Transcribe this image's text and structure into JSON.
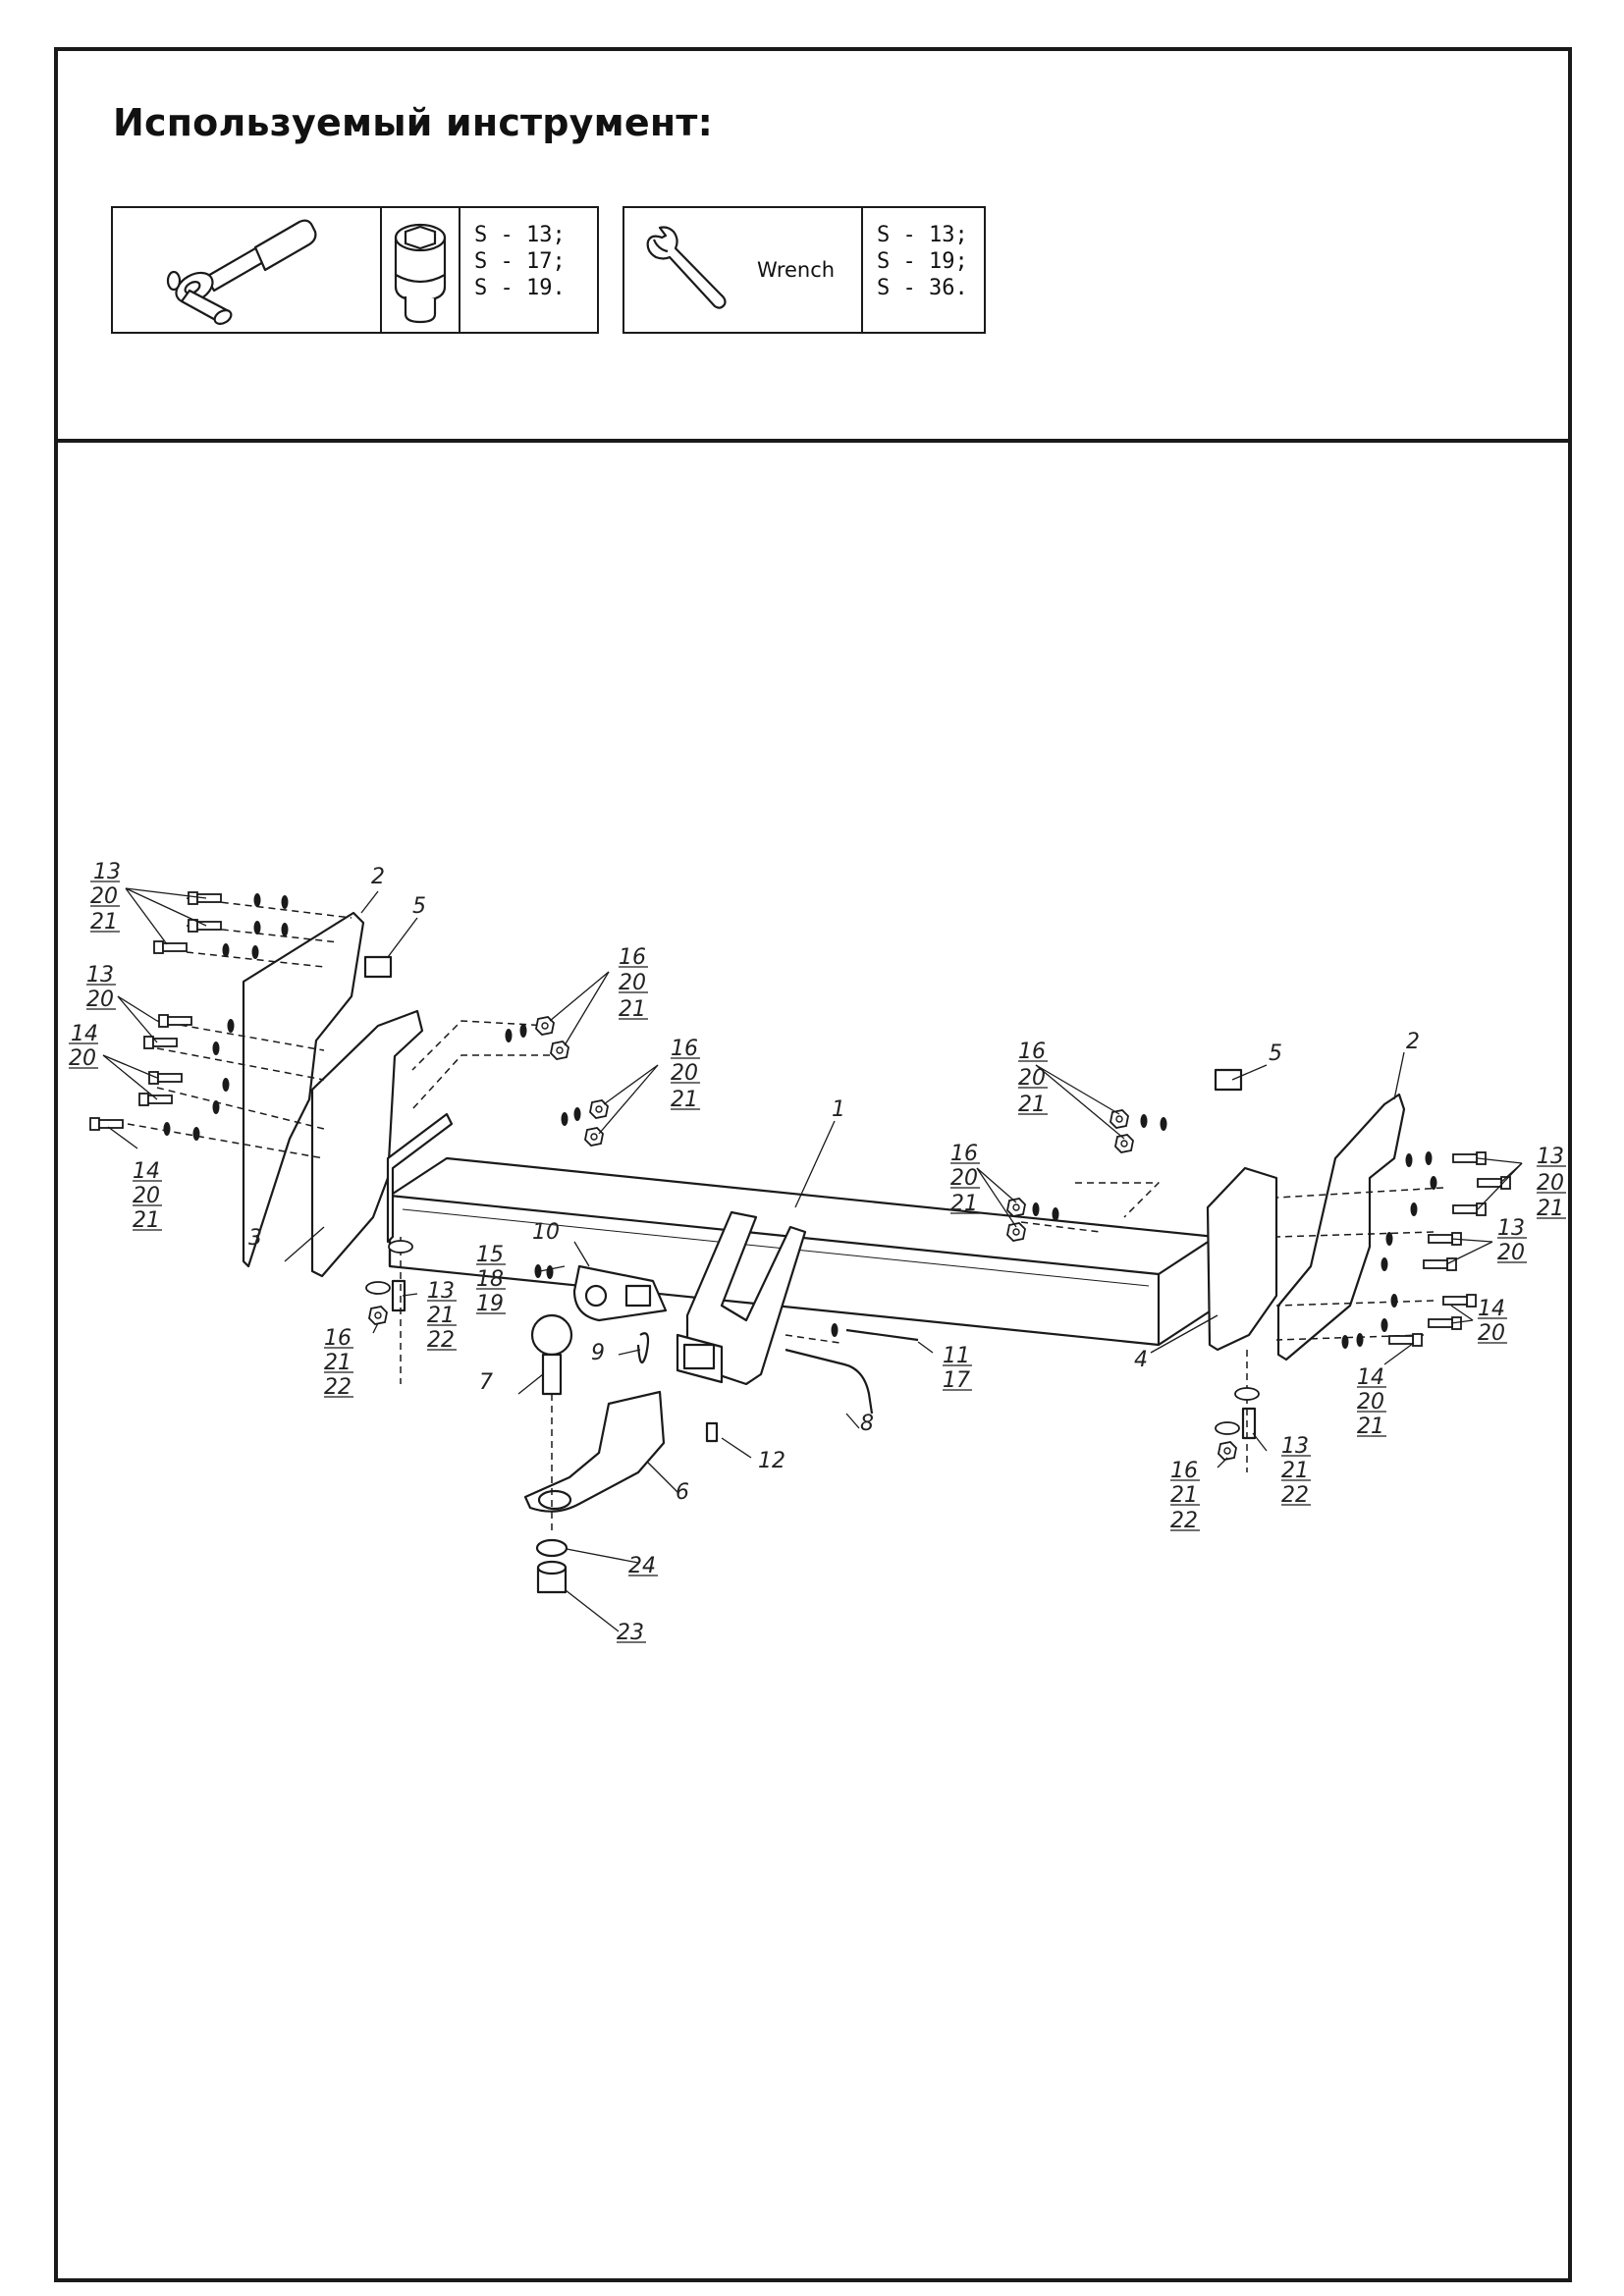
{
  "header": {
    "title": "Используемый инструмент:"
  },
  "tools": {
    "socket_set": {
      "icon": "ratchet-icon",
      "socket_icon": "socket-icon",
      "sizes": [
        "S - 13;",
        "S - 17;",
        "S - 19."
      ]
    },
    "wrench_set": {
      "icon": "wrench-icon",
      "label": "Wrench",
      "sizes": [
        "S - 13;",
        "S - 19;",
        "S - 36."
      ]
    }
  },
  "diagram": {
    "callouts": {
      "tl_bolts": [
        "13",
        "20",
        "21"
      ],
      "bracket_left": "2",
      "plate_left": "5",
      "l_bolts_upper": [
        "13",
        "20"
      ],
      "l_bolts_lower": [
        "14",
        "20"
      ],
      "l_bolt_long": [
        "14",
        "20",
        "21"
      ],
      "bracket3": "3",
      "nuts_left_upper": [
        "16",
        "20",
        "21"
      ],
      "nuts_left_lower": [
        "16",
        "20",
        "21"
      ],
      "beam": "1",
      "nuts_right_upper": [
        "16",
        "20",
        "21"
      ],
      "nuts_right_lower": [
        "16",
        "20",
        "21"
      ],
      "plate_right": "5",
      "bracket_right": "2",
      "r_bolts_top": [
        "13",
        "20",
        "21"
      ],
      "r_bolts_mid": [
        "13",
        "20"
      ],
      "r_bolts_low": [
        "14",
        "20"
      ],
      "r_bolt_long": [
        "14",
        "20",
        "21"
      ],
      "bracket4": "4",
      "l_vbolt": [
        "13",
        "21",
        "22"
      ],
      "l_vnut": [
        "16",
        "21",
        "22"
      ],
      "r_vbolt": [
        "13",
        "21",
        "22"
      ],
      "r_vnut": [
        "16",
        "21",
        "22"
      ],
      "socket_plate": "10",
      "socket_hw": [
        "15",
        "18",
        "19"
      ],
      "clip": "9",
      "ball": "7",
      "ball_mount": "6",
      "pin": "8",
      "pin_bolt": [
        "11",
        "17"
      ],
      "receiver_bolt": "12",
      "washer": "24",
      "nut": "23"
    }
  }
}
